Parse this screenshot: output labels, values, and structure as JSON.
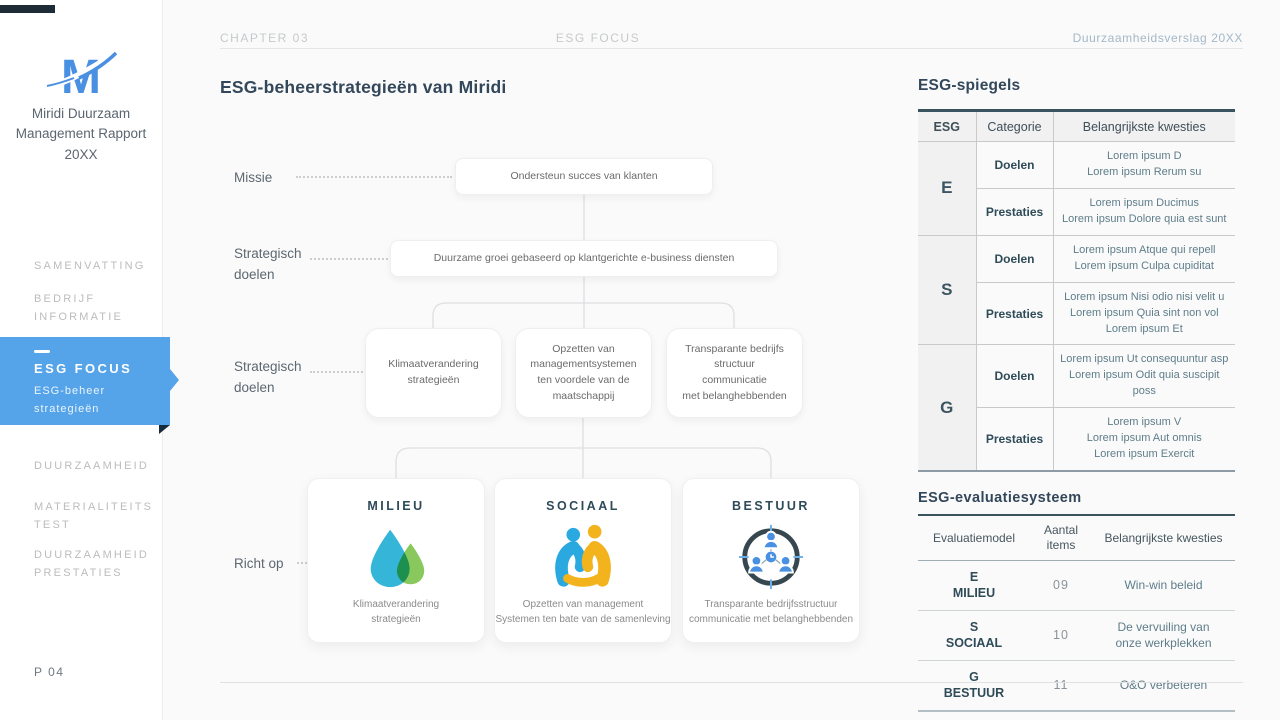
{
  "colors": {
    "sidebar_active_bg": "#55a3e8",
    "logo_blue": "#4a90e2",
    "heading_dark": "#33475b",
    "table_border_dark": "#3a545f",
    "milieu_blue": "#35b6d9",
    "milieu_green": "#7cc24a",
    "sociaal_blue": "#2aa9e0",
    "sociaal_yellow": "#f2b31d",
    "bestuur_ring": "#36474f",
    "bestuur_person": "#4a90e2"
  },
  "sidebar": {
    "logo_letter": "M",
    "title": "Miridi Duurzaam\nManagement Rapport\n20XX",
    "items": [
      {
        "label": "SAMENVATTING"
      },
      {
        "label": "BEDRIJF\nINFORMATIE"
      },
      {
        "label": "DUURZAAMHEID"
      },
      {
        "label": "MATERIALITEITS\nTEST"
      },
      {
        "label": "DUURZAAMHEID\nPRESTATIES"
      }
    ],
    "active": {
      "title": "ESG FOCUS",
      "subtitle": "ESG-beheer\nstrategieën"
    },
    "page_number": "P 04"
  },
  "header": {
    "chapter": "CHAPTER 03",
    "section": "ESG FOCUS",
    "report": "Duurzaamheidsverslag 20XX"
  },
  "flowchart": {
    "title": "ESG-beheerstrategieën van Miridi",
    "labels": {
      "mission": "Missie",
      "strategic1": "Strategisch\ndoelen",
      "strategic2": "Strategisch\ndoelen",
      "focus": "Richt op"
    },
    "mission_box": "Ondersteun succes van klanten",
    "strategy_box": "Duurzame groei gebaseerd op klantgerichte e-business diensten",
    "mid_boxes": [
      "Klimaatverandering\nstrategieën",
      "Opzetten van\nmanagementsystemen\nten voordele van de maatschappij",
      "Transparante bedrijfs\nstructuur\ncommunicatie\nmet belanghebbenden"
    ],
    "cards": [
      {
        "title": "MILIEU",
        "icon": "waterdrops-icon",
        "caption": "Klimaatverandering\nstrategieën"
      },
      {
        "title": "SOCIAAL",
        "icon": "people-pair-icon",
        "caption": "Opzetten van management\nSystemen ten bate van de samenleving"
      },
      {
        "title": "BESTUUR",
        "icon": "governance-network-icon",
        "caption": "Transparante bedrijfsstructuur\ncommunicatie met belanghebbenden"
      }
    ]
  },
  "esg_table": {
    "title": "ESG-spiegels",
    "headers": [
      "ESG",
      "Categorie",
      "Belangrijkste kwesties"
    ],
    "groups": [
      {
        "letter": "E",
        "rows": [
          {
            "category": "Doelen",
            "issues": "Lorem ipsum D\nLorem ipsum Rerum su"
          },
          {
            "category": "Prestaties",
            "issues": "Lorem ipsum Ducimus\nLorem ipsum Dolore quia est sunt"
          }
        ]
      },
      {
        "letter": "S",
        "rows": [
          {
            "category": "Doelen",
            "issues": "Lorem ipsum Atque qui repell\nLorem ipsum Culpa cupiditat"
          },
          {
            "category": "Prestaties",
            "issues": "Lorem ipsum Nisi odio nisi velit u\nLorem ipsum Quia sint non vol\nLorem ipsum Et"
          }
        ]
      },
      {
        "letter": "G",
        "rows": [
          {
            "category": "Doelen",
            "issues": "Lorem ipsum Ut consequuntur asp\nLorem ipsum Odit quia suscipit poss"
          },
          {
            "category": "Prestaties",
            "issues": "Lorem ipsum V\nLorem ipsum Aut omnis\nLorem ipsum Exercit"
          }
        ]
      }
    ]
  },
  "eval_table": {
    "title": "ESG-evaluatiesysteem",
    "headers": [
      "Evaluatiemodel",
      "Aantal\nitems",
      "Belangrijkste kwesties"
    ],
    "rows": [
      {
        "model": "E\nMILIEU",
        "count": "09",
        "issue": "Win-win beleid"
      },
      {
        "model": "S\nSOCIAAL",
        "count": "10",
        "issue": "De vervuiling van\nonze werkplekken"
      },
      {
        "model": "G\nBESTUUR",
        "count": "11",
        "issue": "O&O verbeteren"
      }
    ]
  }
}
